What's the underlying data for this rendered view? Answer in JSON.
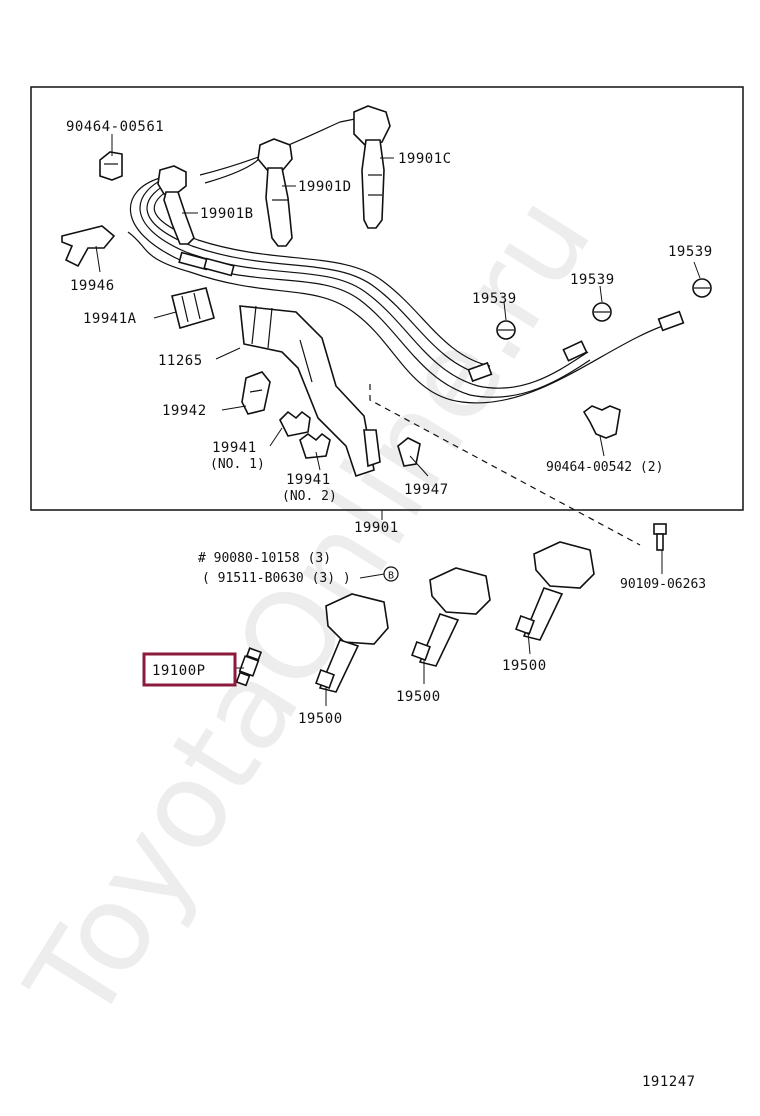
{
  "watermark": "ToyotaOnline.ru",
  "labels": {
    "clamp_top": "90464-00561",
    "cord_c": "19901C",
    "cord_d": "19901D",
    "cord_b": "19901B",
    "clamp_left": "19946",
    "clamp_19941a": "19941A",
    "cover_11265": "11265",
    "clamp_19942": "19942",
    "clamp_no1_num": "19941",
    "clamp_no1_sub": "(NO. 1)",
    "clamp_no2_num": "19941",
    "clamp_no2_sub": "(NO. 2)",
    "clamp_19947": "19947",
    "grommet_mid": "19539",
    "grommet_center": "19539",
    "grommet_right": "19539",
    "clamp_right": "90464-00542 (2)",
    "cord_set": "19901",
    "bolt_1": "# 90080-10158 (3)",
    "bolt_2": "( 91511-B0630 (3) )",
    "bolt_ref": "B",
    "bolt_right": "90109-06263",
    "spark_plug": "19100P",
    "coil_left": "19500",
    "coil_mid": "19500",
    "coil_right": "19500",
    "figure_no": "191247"
  },
  "highlight_color": "#8b1a3c",
  "line_color": "#111111"
}
